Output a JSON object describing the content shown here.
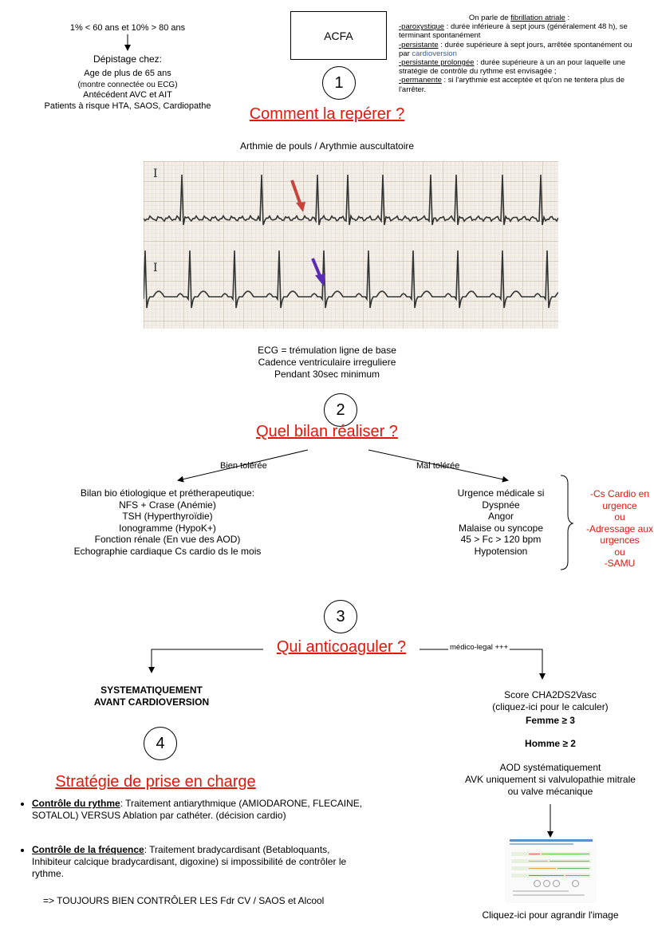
{
  "header": {
    "stats": "1% < 60 ans et 10% > 80 ans",
    "screening_title": "Dépistage chez:",
    "screening_items": [
      "Age de plus de 65 ans",
      "(montre connectée ou ECG)",
      "Antécédent AVC et AIT",
      "Patients à risque HTA, SAOS, Cardiopathe"
    ],
    "box_label": "ACFA"
  },
  "definitions": {
    "intro_prefix": "On parle de ",
    "intro_term": "fibrillation atriale",
    "intro_suffix": " :",
    "items": [
      {
        "term": "-paroxystique",
        "text": " : durée inférieure à sept jours (généralement 48 h), se terminant spontanément"
      },
      {
        "term": "-persistante",
        "text": " : durée supérieure à sept jours, arrêtée spontanément ou par ",
        "link": "cardioversion"
      },
      {
        "term": "-persistante prolongée",
        "text": " : durée supérieure à un an pour laquelle une stratégie de contrôle du rythme est envisagée ;"
      },
      {
        "term": "-permanente",
        "text": " : si l'arythmie est acceptée et qu'on ne tentera plus de l'arrêter."
      }
    ]
  },
  "step1": {
    "number": "1",
    "title": "Comment la repérer ? ",
    "subtitle": "Arthmie de pouls / Arythmie auscultatoire",
    "ecg_lead_label": "I",
    "ecg_notes": [
      "ECG = trémulation ligne de base",
      "Cadence ventriculaire irreguliere",
      "Pendant 30sec minimum"
    ]
  },
  "step2": {
    "number": "2",
    "title": "Quel bilan réaliser ?",
    "left_label": "Bien tolérée",
    "right_label": "Mal tolérée",
    "left_items": [
      "Bilan bio étiologique et prétherapeutique:",
      "NFS + Crase (Anémie)",
      "TSH (Hyperthyroïdie)",
      "Ionogramme (HypoK+)",
      "Fonction rénale (En vue des AOD)",
      "Echographie cardiaque Cs cardio ds le mois"
    ],
    "right_items": [
      "Urgence médicale si",
      "Dyspnée",
      "Angor",
      "Malaise ou syncope",
      "45 > Fc > 120 bpm",
      "Hypotension"
    ],
    "red_items": [
      "-Cs Cardio en",
      "urgence",
      "ou",
      "-Adressage aux",
      "urgences",
      "ou",
      "-SAMU"
    ]
  },
  "step3": {
    "number": "3",
    "title": "Qui anticoaguler ?",
    "arrow_label": "médico-legal +++",
    "left_items": [
      "SYSTEMATIQUEMENT",
      "AVANT CARDIOVERSION"
    ],
    "right_score": "Score CHA2DS2Vasc",
    "right_link": "(cliquez-ici pour le calculer)",
    "female": "Femme ≥ 3",
    "male": "Homme ≥ 2",
    "treatment": [
      "AOD systématiquement",
      "AVK uniquement si valvulopathie mitrale",
      "ou valve mécanique"
    ],
    "image_caption": "Cliquez-ici pour agrandir l'image"
  },
  "step4": {
    "number": "4",
    "title": "Stratégie de prise en charge ",
    "rhythm_term": "Contrôle du rythme",
    "rhythm_text": ": Traitement antiarythmique (AMIODARONE, FLECAINE, SOTALOL)  VERSUS Ablation par cathéter. (décision cardio)",
    "rate_term": "Contrôle de la fréquence",
    "rate_text": ": Traitement bradycardisant (Betabloquants, Inhibiteur calcique bradycardisant, digoxine) si impossibilité de contrôler le rythme.",
    "reminder": "=> TOUJOURS BIEN CONTRÔLER LES Fdr CV / SAOS  et Alcool"
  },
  "colors": {
    "title_red": "#e3170a",
    "link_blue": "#2a5fb3",
    "ecg_paper": "#f3efe8",
    "arrow_red": "#c9433d",
    "arrow_purple": "#5a2bb5"
  }
}
